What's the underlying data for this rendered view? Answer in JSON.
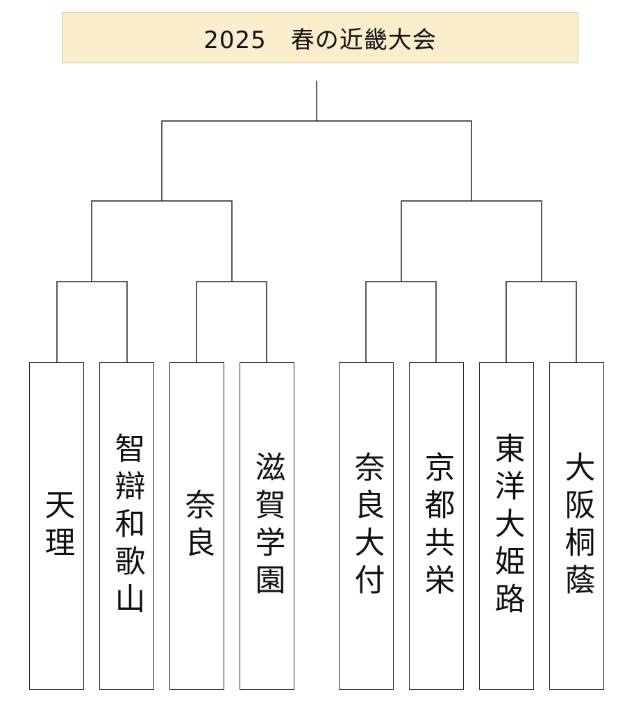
{
  "title": "2025　春の近畿大会",
  "teams": [
    {
      "name": "天理"
    },
    {
      "name": "智辯和歌山"
    },
    {
      "name": "奈良"
    },
    {
      "name": "滋賀学園"
    },
    {
      "name": "奈良大付"
    },
    {
      "name": "京都共栄"
    },
    {
      "name": "東洋大姫路"
    },
    {
      "name": "大阪桐蔭"
    }
  ],
  "colors": {
    "title_background": "#fbeecb",
    "lines": "#222222"
  }
}
